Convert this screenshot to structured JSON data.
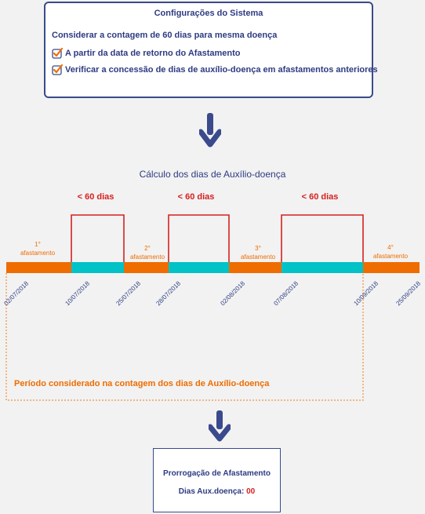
{
  "config": {
    "title": "Configurações do Sistema",
    "rule": "Considerar a contagem de 60 dias para mesma doença",
    "options": [
      {
        "label": "A partir da data de retorno do Afastamento",
        "checked": true
      },
      {
        "label": "Verificar a concessão de dias de auxílio-doença em afastamentos anteriores",
        "checked": true
      }
    ]
  },
  "timeline": {
    "title": "Cálculo dos dias de Auxílio-doença",
    "gap_label": "< 60 dias",
    "afastamentos": [
      {
        "num": "1°",
        "label": "afastamento"
      },
      {
        "num": "2°",
        "label": "afastamento"
      },
      {
        "num": "3°",
        "label": "afastamento"
      },
      {
        "num": "4°",
        "label": "afastamento"
      }
    ],
    "dates": [
      "02/07/2018",
      "10/07/2018",
      "25/07/2018",
      "28/07/2018",
      "02/08/2018",
      "07/08/2018",
      "10/09/2018",
      "25/09/2018"
    ],
    "period_label": "Período considerado na contagem dos dias de Auxílio-doença"
  },
  "result": {
    "title": "Prorrogação de Afastamento",
    "label": "Dias Aux.doença: ",
    "value": "00"
  },
  "colors": {
    "navy": "#2d3b82",
    "orange": "#ef6c00",
    "teal": "#00c2c7",
    "red": "#d62020",
    "arrow": "#3a4a8c"
  }
}
